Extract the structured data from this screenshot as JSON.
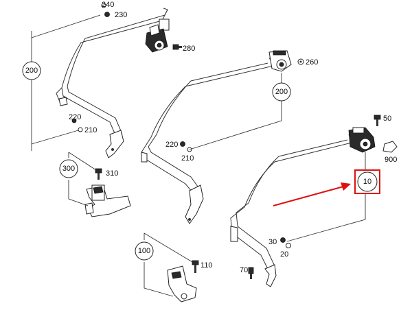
{
  "labels": {
    "n240": "240",
    "n230": "230",
    "n280": "280",
    "n200a": "200",
    "n220a": "220",
    "n210a": "210",
    "n300": "300",
    "n310": "310",
    "n260": "260",
    "n200b": "200",
    "n220b": "220",
    "n210b": "210",
    "n50": "50",
    "n900": "900",
    "n10": "10",
    "n30": "30",
    "n20": "20",
    "n100": "100",
    "n110": "110",
    "n70": "70"
  },
  "highlight": {
    "color": "#e01010"
  },
  "colors": {
    "line": "#333333",
    "background": "#ffffff"
  }
}
